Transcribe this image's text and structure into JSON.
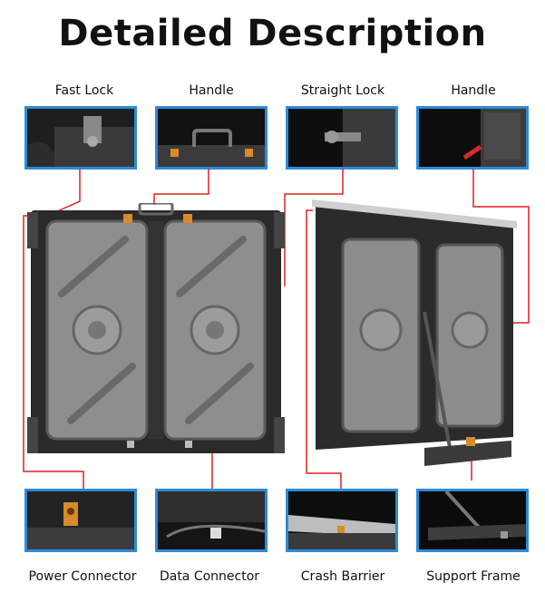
{
  "title": "Detailed Description",
  "top_labels": [
    "Fast Lock",
    "Handle",
    "Straight Lock",
    "Handle"
  ],
  "bottom_labels": [
    "Power Connector",
    "Data Connector",
    "Crash Barrier",
    "Support Frame"
  ],
  "colors": {
    "accent_border": "#2e8bd8",
    "callout_line": "#e02020",
    "connector": "#d98a2a"
  }
}
